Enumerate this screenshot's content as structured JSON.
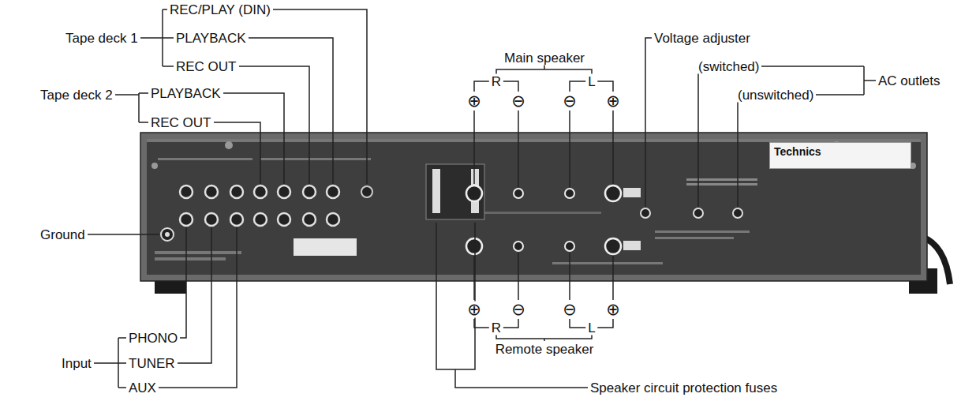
{
  "diagram": {
    "nodes": [
      {
        "text": [
          "Technics"
        ]
      }
    ],
    "labels": [
      "REC/PLAY (DIN)",
      "Tape deck 1",
      "PLAYBACK",
      "REC OUT",
      "Tape deck 2",
      "PLAYBACK",
      "REC OUT",
      "Main speaker",
      "R",
      "L",
      "⊕",
      "⊖",
      "⊖",
      "⊕",
      "Voltage adjuster",
      "(switched)",
      "(unswitched)",
      "AC outlets",
      "Ground",
      "PHONO",
      "Input",
      "TUNER",
      "AUX",
      "⊕",
      "⊖",
      "⊖",
      "⊕",
      "R",
      "L",
      "Remote speaker",
      "Speaker circuit protection fuses"
    ]
  }
}
